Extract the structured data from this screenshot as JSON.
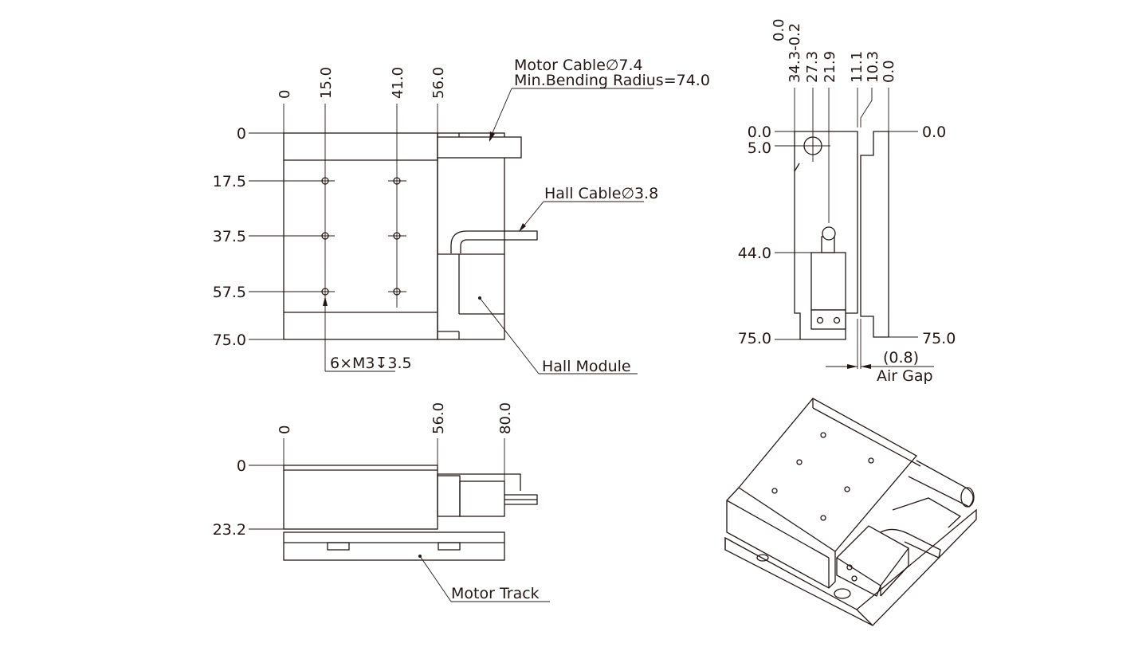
{
  "colors": {
    "line": "#231815",
    "background": "#ffffff"
  },
  "top_view": {
    "x_ticks": [
      "0",
      "15.0",
      "41.0",
      "56.0"
    ],
    "y_ticks": [
      "0",
      "17.5",
      "37.5",
      "57.5",
      "75.0"
    ],
    "motor_cable_line1": "Motor Cable∅7.4",
    "motor_cable_line2": "Min.Bending Radius=74.0",
    "hall_cable": "Hall Cable∅3.8",
    "hall_module": "Hall Module",
    "holes": "6×M3↧3.5"
  },
  "side_view": {
    "x_ticks": [
      "0.0",
      "34.3-0.2",
      "27.3",
      "21.9",
      "11.1",
      "10.3",
      "0.0"
    ],
    "y_left": [
      "0.0",
      "5.0",
      "44.0",
      "75.0"
    ],
    "y_right": [
      "0.0",
      "75.0"
    ],
    "air_gap_value": "(0.8)",
    "air_gap_label": "Air Gap"
  },
  "front_view": {
    "x_ticks": [
      "0",
      "56.0",
      "80.0"
    ],
    "y_ticks": [
      "0",
      "23.2"
    ],
    "motor_track": "Motor Track"
  }
}
